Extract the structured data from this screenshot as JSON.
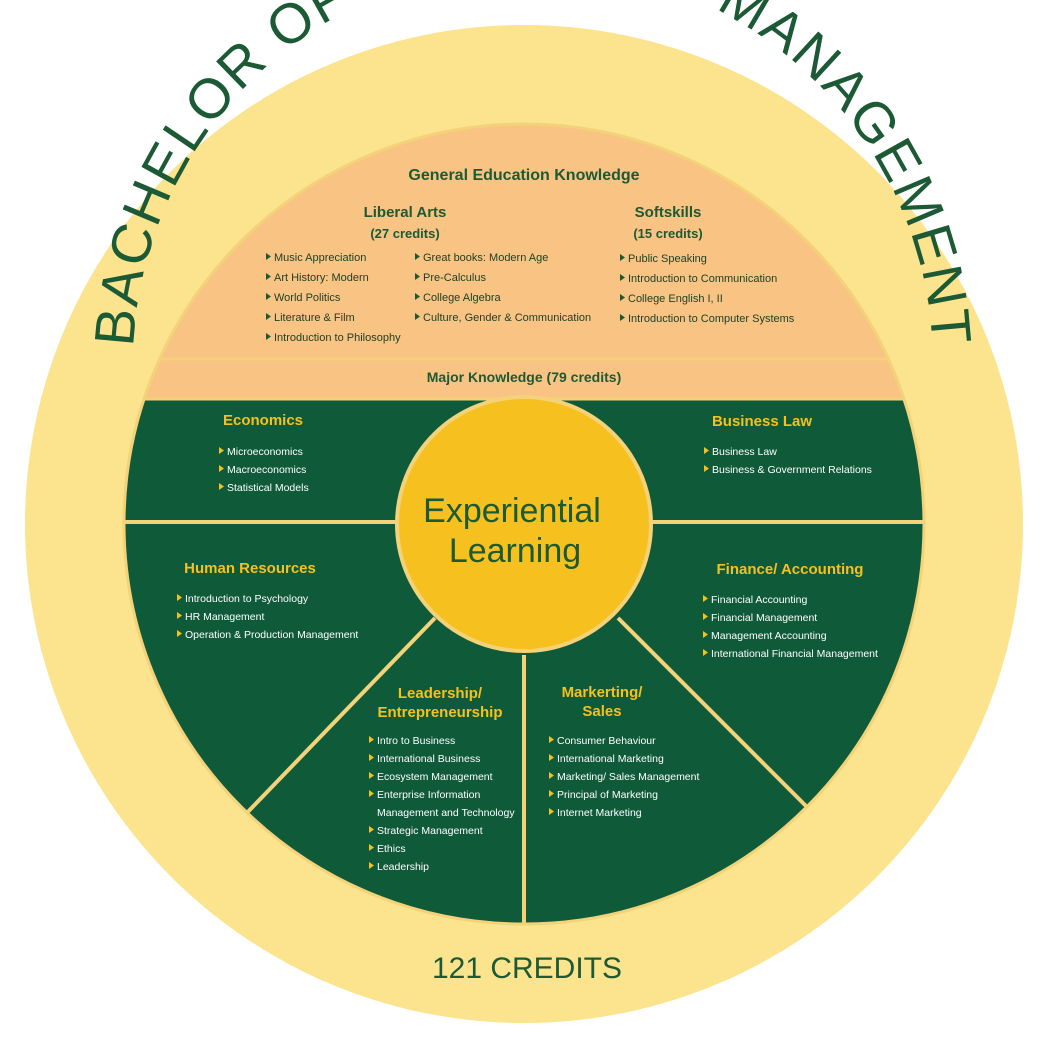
{
  "program_title": "BACHELOR OF SCIENCE IN MANAGEMENT",
  "total_credits": "121 CREDITS",
  "center_label_line1": "Experiential",
  "center_label_line2": "Learning",
  "general_education": {
    "title": "General Education Knowledge",
    "liberal_arts": {
      "title": "Liberal Arts",
      "credits": "(27 credits)",
      "col1": [
        "Music Appreciation",
        "Art History: Modern",
        "World Politics",
        "Literature & Film",
        "Introduction to Philosophy"
      ],
      "col2": [
        "Great books: Modern Age",
        "Pre-Calculus",
        "College Algebra",
        "Culture, Gender & Communication"
      ]
    },
    "softskills": {
      "title": "Softskills",
      "credits": "(15 credits)",
      "items": [
        "Public Speaking",
        "Introduction to Communication",
        "College English I, II",
        "Introduction to Computer Systems"
      ]
    }
  },
  "major_knowledge": "Major Knowledge (79 credits)",
  "segments": {
    "economics": {
      "title": "Economics",
      "items": [
        "Microeconomics",
        "Macroeconomics",
        "Statistical Models"
      ]
    },
    "business_law": {
      "title": "Business Law",
      "items": [
        "Business Law",
        "Business & Government Relations"
      ]
    },
    "human_resources": {
      "title": "Human Resources",
      "items": [
        "Introduction to Psychology",
        "HR Management",
        "Operation & Production Management"
      ]
    },
    "finance": {
      "title": "Finance/ Accounting",
      "items": [
        "Financial Accounting",
        "Financial Management",
        "Management Accounting",
        "International Financial Management"
      ]
    },
    "leadership": {
      "title_line1": "Leadership/",
      "title_line2": "Entrepreneurship",
      "items": [
        "Intro to Business",
        "International Business",
        "Ecosystem Management",
        "Enterprise Information",
        "Management and Technology",
        "Strategic Management",
        "Ethics",
        "Leadership"
      ]
    },
    "marketing": {
      "title_line1": "Markerting/",
      "title_line2": "Sales",
      "items": [
        "Consumer Behaviour",
        "International Marketing",
        "Marketing/ Sales Management",
        "Principal of Marketing",
        "Internet Marketing"
      ]
    }
  },
  "colors": {
    "outer_ring": "#fce38e",
    "ring_stroke": "#f3d279",
    "peach": "#f9c383",
    "green": "#0f5a38",
    "gold": "#f6c01e",
    "dark_text": "#1b5a34"
  }
}
